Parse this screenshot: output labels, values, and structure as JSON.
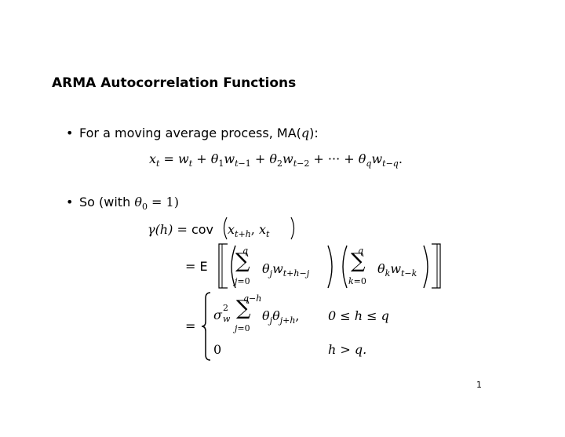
{
  "title": "ARMA Autocorrelation Functions",
  "bullets": [
    {
      "marker": "•",
      "text": "For a moving average process, MA(",
      "var": "q",
      "close": "):"
    },
    {
      "marker": "•",
      "text": "So (with ",
      "var": "θ",
      "sub": "0",
      "rest": " = 1)"
    }
  ],
  "equation_ma": "x_t = w_t + θ_1 w_{t−1} + θ_2 w_{t−2} + ··· + θ_q w_{t−q}.",
  "gamma": {
    "lhs": "γ(h)",
    "cov_label": "cov",
    "expect_label": "E",
    "case1_condition": "0 ≤ h ≤ q",
    "case2_value": "0",
    "case2_condition": "h > q."
  },
  "page_number": "1"
}
